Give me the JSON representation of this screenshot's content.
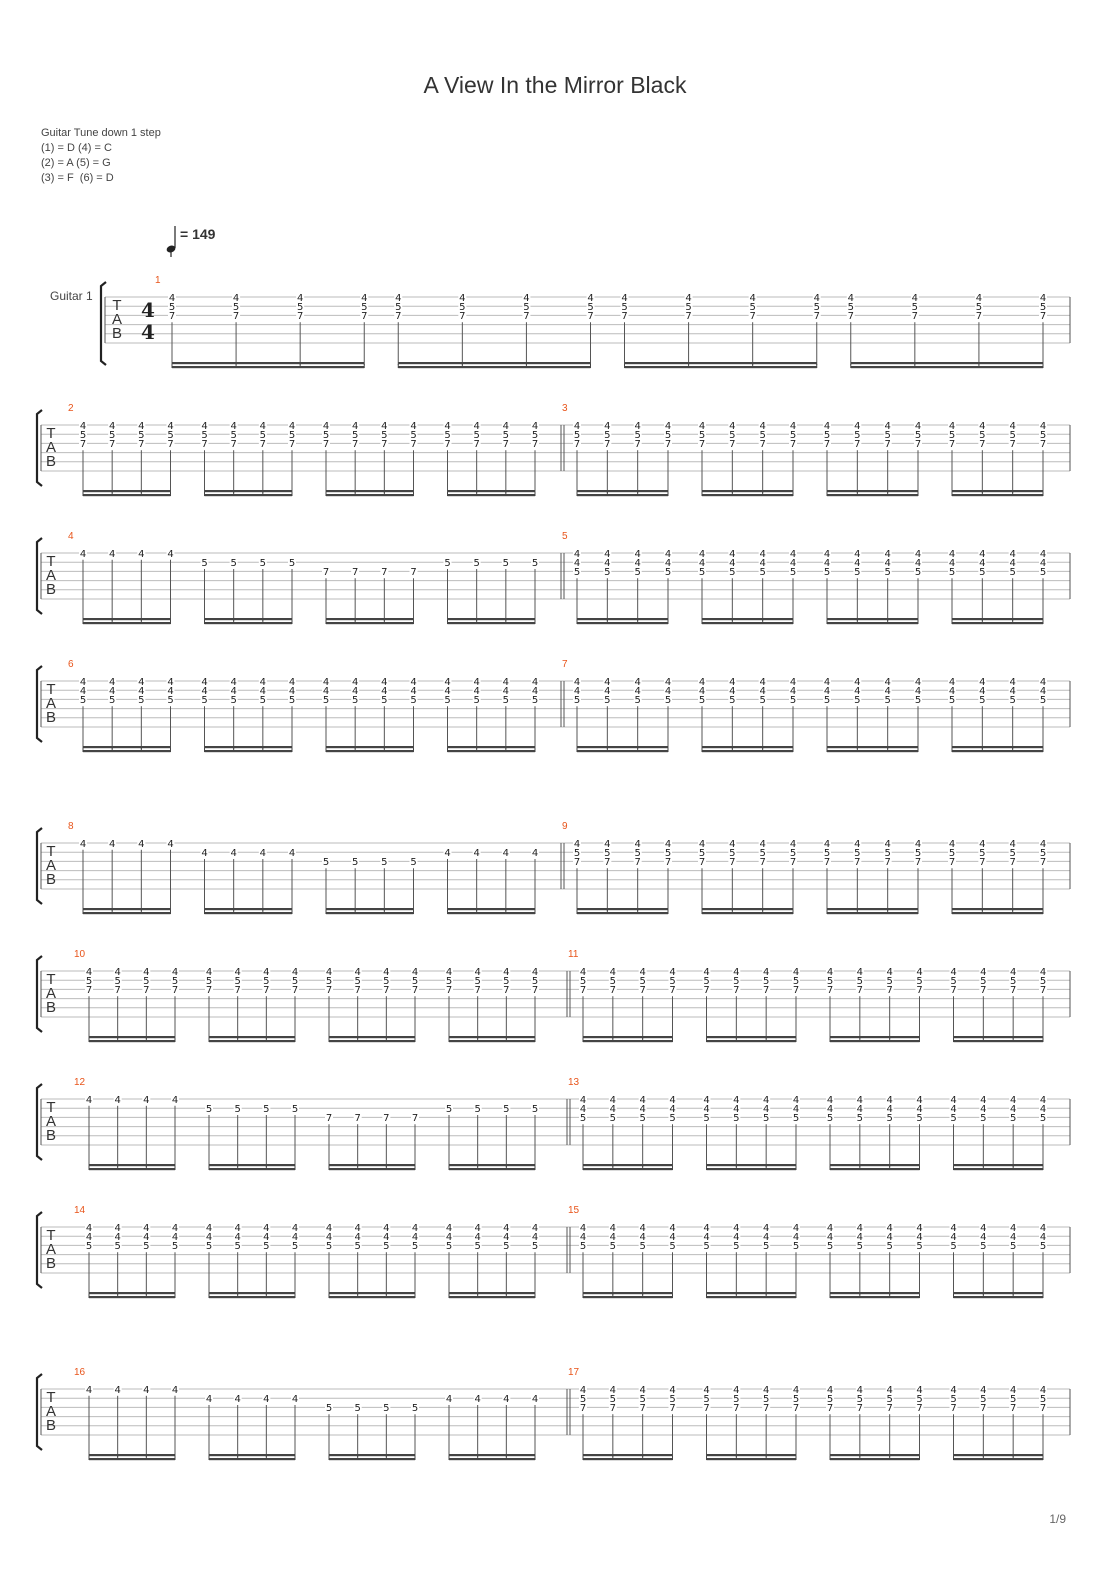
{
  "title": "A View In the Mirror Black",
  "tuning": {
    "heading": "Guitar Tune down 1 step",
    "lines": [
      "(1) = D (4) = C",
      "(2) = A (5) = G",
      "(3) = F  (6) = D"
    ]
  },
  "tempo": {
    "symbol": "quarter-note-icon",
    "text": "= 149"
  },
  "track_name": "Guitar 1",
  "tab_clef": [
    "T",
    "A",
    "B"
  ],
  "time_signature": {
    "numerator": "4",
    "denominator": "4"
  },
  "page_number": "1/9",
  "patterns": {
    "A": [
      [
        "4",
        "5",
        "7"
      ]
    ],
    "B": [
      [
        "4",
        "4",
        "5"
      ]
    ],
    "C": [
      [
        "4"
      ],
      [
        "4"
      ],
      [
        "4"
      ],
      [
        "4"
      ],
      [
        "5"
      ],
      [
        "5"
      ],
      [
        "5"
      ],
      [
        "5"
      ],
      [
        "7"
      ],
      [
        "7"
      ],
      [
        "7"
      ],
      [
        "7"
      ],
      [
        "5"
      ],
      [
        "5"
      ],
      [
        "5"
      ],
      [
        "5"
      ]
    ],
    "D": [
      [
        "4"
      ],
      [
        "4"
      ],
      [
        "4"
      ],
      [
        "4"
      ],
      [
        "4"
      ],
      [
        "4"
      ],
      [
        "4"
      ],
      [
        "4"
      ],
      [
        "5"
      ],
      [
        "5"
      ],
      [
        "5"
      ],
      [
        "5"
      ],
      [
        "4"
      ],
      [
        "4"
      ],
      [
        "4"
      ],
      [
        "4"
      ]
    ]
  },
  "pattern_strings": {
    "A": [
      1,
      2,
      3
    ],
    "B": [
      1,
      2,
      3
    ],
    "C": [
      1,
      1,
      1,
      1,
      2,
      2,
      2,
      2,
      3,
      3,
      3,
      3,
      2,
      2,
      2,
      2
    ],
    "D": [
      1,
      1,
      1,
      1,
      2,
      2,
      2,
      2,
      3,
      3,
      3,
      3,
      2,
      2,
      2,
      2
    ]
  },
  "measures": [
    {
      "number": "1",
      "pattern": "A"
    },
    {
      "number": "2",
      "pattern": "A"
    },
    {
      "number": "3",
      "pattern": "A"
    },
    {
      "number": "4",
      "pattern": "C"
    },
    {
      "number": "5",
      "pattern": "B"
    },
    {
      "number": "6",
      "pattern": "B"
    },
    {
      "number": "7",
      "pattern": "B"
    },
    {
      "number": "8",
      "pattern": "D"
    },
    {
      "number": "9",
      "pattern": "A"
    },
    {
      "number": "10",
      "pattern": "A"
    },
    {
      "number": "11",
      "pattern": "A"
    },
    {
      "number": "12",
      "pattern": "C"
    },
    {
      "number": "13",
      "pattern": "B"
    },
    {
      "number": "14",
      "pattern": "B"
    },
    {
      "number": "15",
      "pattern": "B"
    },
    {
      "number": "16",
      "pattern": "D"
    },
    {
      "number": "17",
      "pattern": "A"
    }
  ]
}
